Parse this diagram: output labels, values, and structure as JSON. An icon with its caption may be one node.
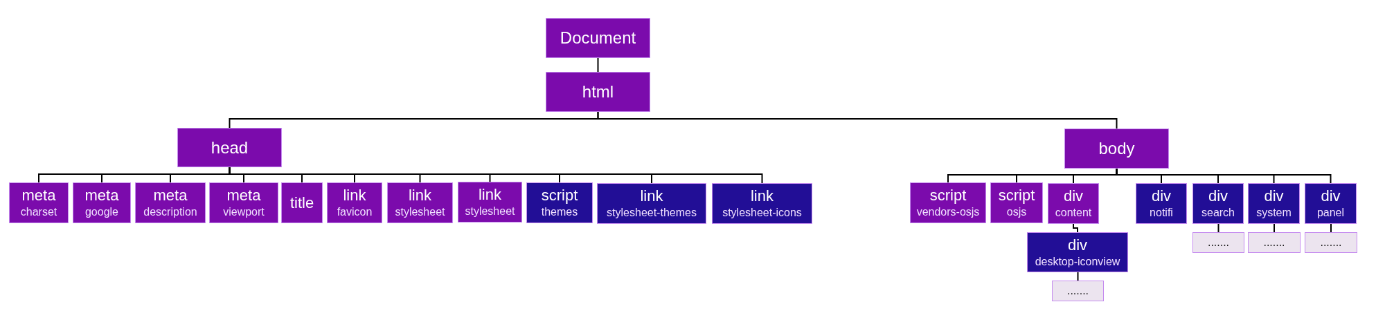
{
  "diagram": {
    "nodes": [
      {
        "text": [
          "Document"
        ]
      },
      {
        "text": [
          "html"
        ]
      },
      {
        "text": [
          "head"
        ]
      },
      {
        "text": [
          "body"
        ]
      },
      {
        "text": [
          "meta",
          "charset"
        ]
      },
      {
        "text": [
          "meta",
          "google"
        ]
      },
      {
        "text": [
          "meta",
          "description"
        ]
      },
      {
        "text": [
          "meta",
          "viewport"
        ]
      },
      {
        "text": [
          "title"
        ]
      },
      {
        "text": [
          "link",
          "favicon"
        ]
      },
      {
        "text": [
          "link",
          "stylesheet"
        ]
      },
      {
        "text": [
          "link",
          "stylesheet"
        ]
      },
      {
        "text": [
          "script",
          "themes"
        ]
      },
      {
        "text": [
          "link",
          "stylesheet-themes"
        ]
      },
      {
        "text": [
          "link",
          "stylesheet-icons"
        ]
      },
      {
        "text": [
          "script",
          "vendors-osjs"
        ]
      },
      {
        "text": [
          "script",
          "osjs"
        ]
      },
      {
        "text": [
          "div",
          "content"
        ]
      },
      {
        "text": [
          "div",
          "notifi"
        ]
      },
      {
        "text": [
          "div",
          "search"
        ]
      },
      {
        "text": [
          "div",
          "system"
        ]
      },
      {
        "text": [
          "div",
          "panel"
        ]
      },
      {
        "text": [
          "div",
          "desktop-iconview"
        ]
      },
      {
        "text": [
          "......."
        ]
      },
      {
        "text": [
          "......."
        ]
      },
      {
        "text": [
          "......."
        ]
      },
      {
        "text": [
          "......."
        ]
      }
    ],
    "edges": [
      {
        "from": 0,
        "to": 1,
        "arrow": "none"
      },
      {
        "from": 1,
        "to": 2,
        "arrow": "none"
      },
      {
        "from": 1,
        "to": 3,
        "arrow": "none"
      },
      {
        "from": 2,
        "to": 4,
        "arrow": "none"
      },
      {
        "from": 2,
        "to": 5,
        "arrow": "none"
      },
      {
        "from": 2,
        "to": 6,
        "arrow": "none"
      },
      {
        "from": 2,
        "to": 7,
        "arrow": "none"
      },
      {
        "from": 2,
        "to": 8,
        "arrow": "none"
      },
      {
        "from": 2,
        "to": 9,
        "arrow": "none"
      },
      {
        "from": 2,
        "to": 10,
        "arrow": "none"
      },
      {
        "from": 2,
        "to": 11,
        "arrow": "none"
      },
      {
        "from": 2,
        "to": 12,
        "arrow": "none"
      },
      {
        "from": 2,
        "to": 13,
        "arrow": "none"
      },
      {
        "from": 2,
        "to": 14,
        "arrow": "none"
      },
      {
        "from": 3,
        "to": 15,
        "arrow": "none"
      },
      {
        "from": 3,
        "to": 16,
        "arrow": "none"
      },
      {
        "from": 3,
        "to": 17,
        "arrow": "none"
      },
      {
        "from": 3,
        "to": 18,
        "arrow": "none"
      },
      {
        "from": 3,
        "to": 19,
        "arrow": "none"
      },
      {
        "from": 3,
        "to": 20,
        "arrow": "none"
      },
      {
        "from": 3,
        "to": 21,
        "arrow": "none"
      },
      {
        "from": 17,
        "to": 22,
        "arrow": "none"
      },
      {
        "from": 22,
        "to": 23,
        "arrow": "none"
      },
      {
        "from": 19,
        "to": 24,
        "arrow": "none"
      },
      {
        "from": 20,
        "to": 25,
        "arrow": "none"
      },
      {
        "from": 21,
        "to": 26,
        "arrow": "none"
      }
    ]
  }
}
